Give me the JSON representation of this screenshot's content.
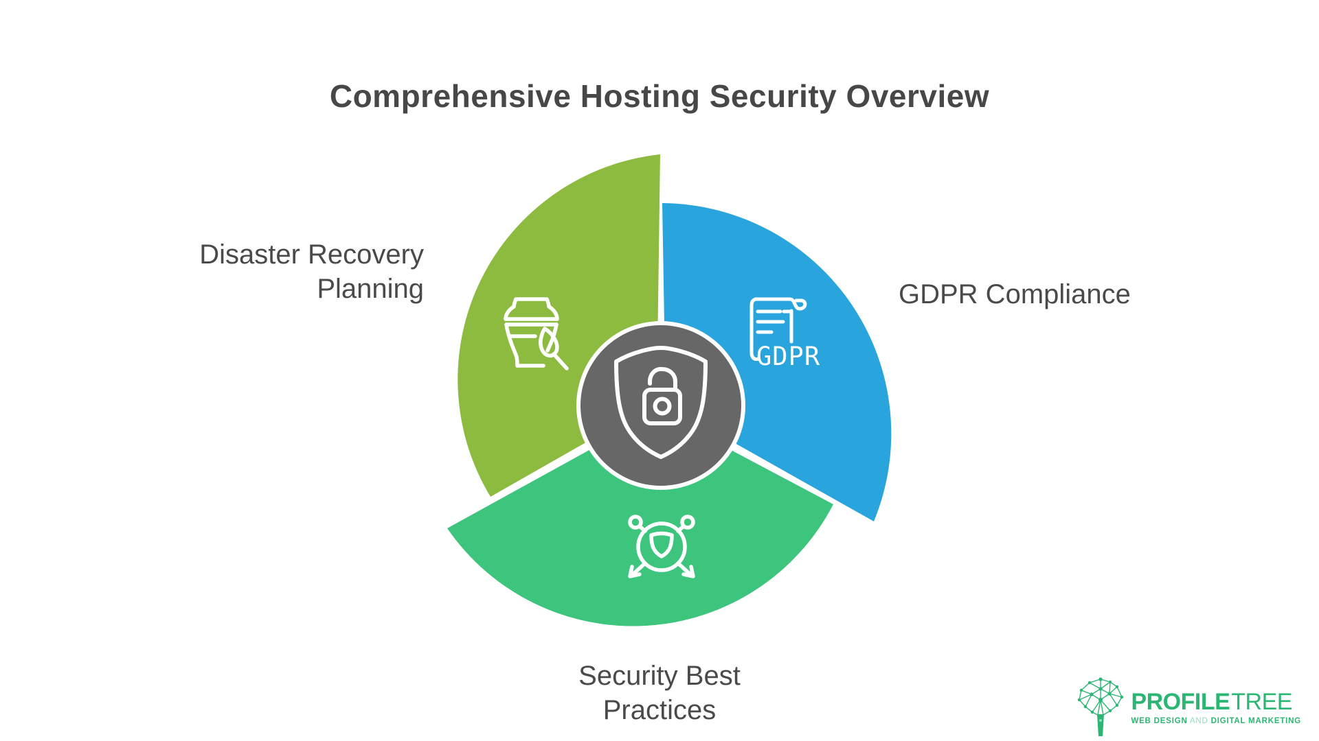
{
  "title": "Comprehensive Hosting Security Overview",
  "colors": {
    "disaster": "#8CBB40",
    "gdpr": "#29A4DC",
    "security": "#3DC57E",
    "hub_fill": "#676767",
    "hub_ring": "#FFFFFF",
    "icon_stroke": "#FFFFFF",
    "heading_text": "#474747",
    "label_text": "#4A4A4A",
    "logo_green": "#2BB673",
    "logo_green_light": "#8FDDBB"
  },
  "segments": {
    "disaster": {
      "lines": [
        "Disaster Recovery",
        "Planning"
      ],
      "color": "#8CBB40",
      "icon": "vase-paintbrush-icon"
    },
    "gdpr": {
      "label": "GDPR Compliance",
      "color": "#29A4DC",
      "icon": "gdpr-scroll-icon",
      "icon_text": "GDPR"
    },
    "security": {
      "lines": [
        "Security Best",
        "Practices"
      ],
      "color": "#3DC57E",
      "icon": "network-shield-icon"
    }
  },
  "hub": {
    "icon": "shield-unlocked-icon"
  },
  "logo": {
    "brand_primary": "PROFILE",
    "brand_secondary": "TREE",
    "tagline_part1": "WEB DESIGN",
    "tagline_part2": "AND",
    "tagline_part3": "DIGITAL MARKETING"
  }
}
